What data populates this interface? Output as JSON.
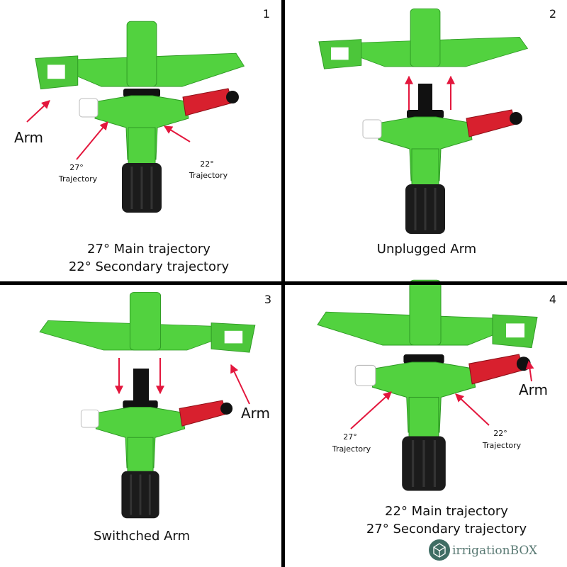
{
  "panels": [
    {
      "number": "1",
      "caption_lines": [
        "27° Main trajectory",
        "22° Secondary trajectory"
      ],
      "labels": {
        "arm": "Arm",
        "left_angle": "27°",
        "left_word": "Trajectory",
        "right_angle": "22°",
        "right_word": "Trajectory"
      }
    },
    {
      "number": "2",
      "caption_lines": [
        "Unplugged Arm"
      ]
    },
    {
      "number": "3",
      "caption_lines": [
        "Swithched Arm"
      ],
      "labels": {
        "arm": "Arm"
      }
    },
    {
      "number": "4",
      "caption_lines": [
        "22° Main trajectory",
        "27° Secondary trajectory"
      ],
      "labels": {
        "arm": "Arm",
        "left_angle": "27°",
        "left_word": "Trajectory",
        "right_angle": "22°",
        "right_word": "Trajectory"
      }
    }
  ],
  "logo": {
    "text": "irrigationBOX"
  },
  "colors": {
    "green": "#52d23f",
    "dark_green": "#2f9a25",
    "red": "#d8202e",
    "arrow": "#e3173d",
    "divider": "#000000"
  }
}
